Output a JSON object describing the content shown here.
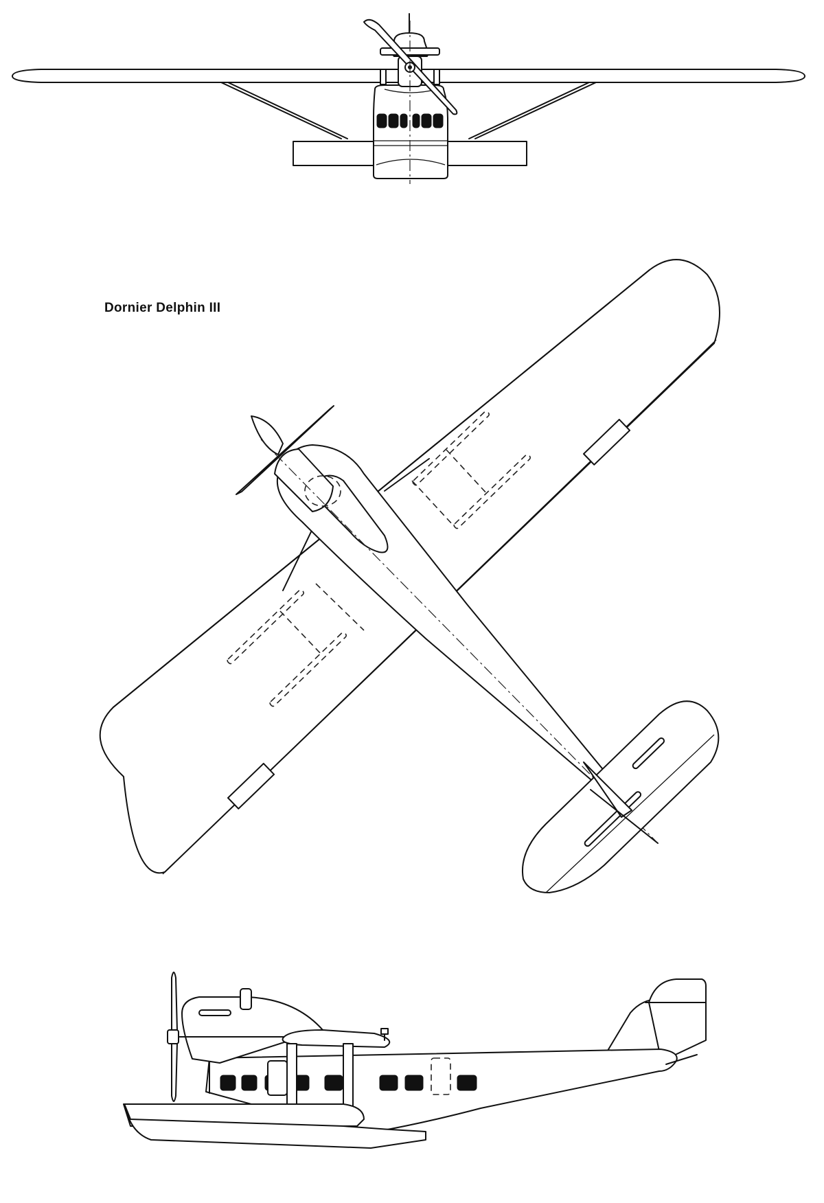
{
  "title": "Dornier Delphin III",
  "views": [
    {
      "name": "front-view"
    },
    {
      "name": "top-view"
    },
    {
      "name": "side-view"
    }
  ],
  "colors": {
    "line": "#111111",
    "background": "#ffffff"
  }
}
